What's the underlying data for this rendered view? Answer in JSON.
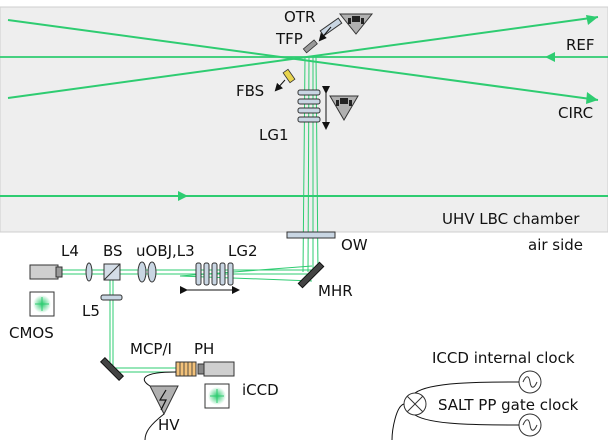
{
  "labels": {
    "otr": "OTR",
    "tfp": "TFP",
    "ref": "REF",
    "fbs": "FBS",
    "lg1": "LG1",
    "circ": "CIRC",
    "chamber": "UHV LBC chamber",
    "air_side": "air side",
    "ow": "OW",
    "l4": "L4",
    "bs": "BS",
    "uobj_l3": "uOBJ,L3",
    "lg2": "LG2",
    "mhr": "MHR",
    "l5": "L5",
    "cmos": "CMOS",
    "mcp_i": "MCP/I",
    "ph": "PH",
    "iccd": "iCCD",
    "hv": "HV",
    "iccd_clock": "ICCD internal clock",
    "salt_clock": "SALT PP gate clock"
  },
  "colors": {
    "beam": "#2ecc71",
    "chamber_bg": "#eeeeee",
    "optic_fill": "#c9d6e3"
  },
  "icons": {
    "camera_trap": "beam-dump-icon",
    "clock_source": "sine-source-icon",
    "mixer": "mixer-icon"
  }
}
